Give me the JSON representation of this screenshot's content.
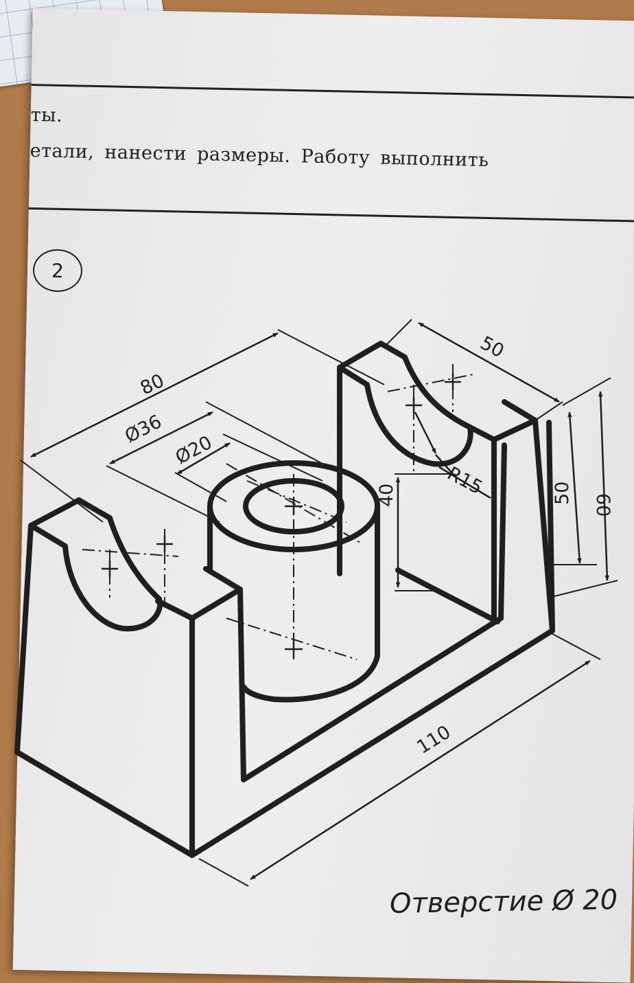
{
  "header": {
    "line1_fragment": "ты.",
    "line2_fragment": "етали, нанести размеры. Работу выполнить"
  },
  "task_number": "2",
  "dimensions": {
    "d80": "80",
    "d36": "Ø36",
    "d20": "Ø20",
    "d40": "40",
    "d50_top": "50",
    "d50_side": "50",
    "d60": "60",
    "r15": "R15",
    "d110": "110"
  },
  "handwritten_note": "Отверстие Ø 20"
}
